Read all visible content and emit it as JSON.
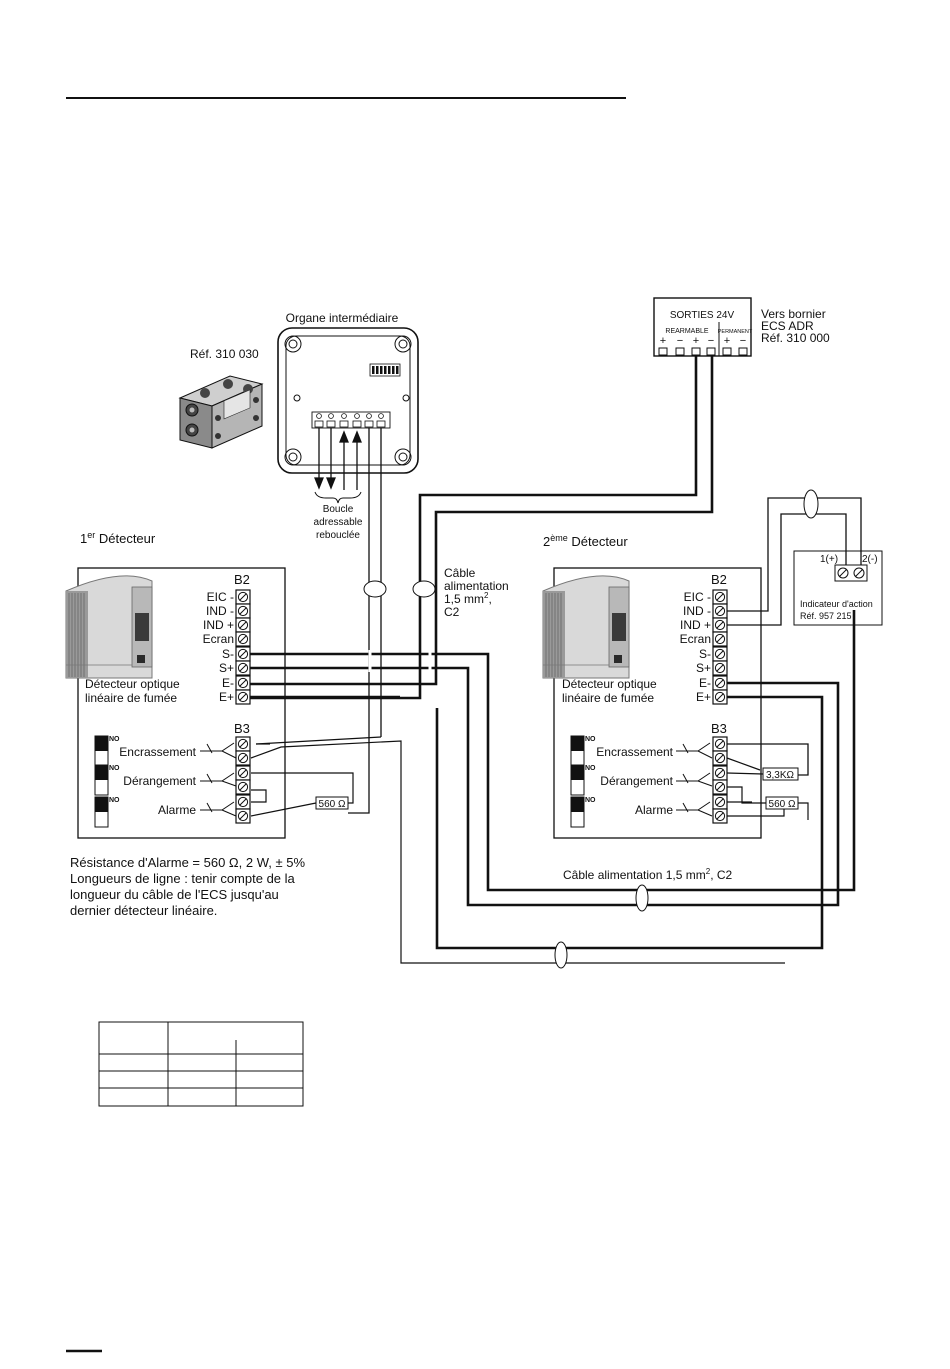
{
  "organe": {
    "title": "Organe intermédiaire",
    "ref": "Réf. 310 030",
    "boucle_lines": [
      "Boucle",
      "adressable",
      "rebouclée"
    ]
  },
  "sorties": {
    "title": "SORTIES 24V",
    "rearmable": "REARMABLE",
    "permanent": "PERMANENT",
    "signs": [
      "+",
      "−",
      "+",
      "−",
      "+",
      "−"
    ],
    "vers_lines": [
      "Vers bornier",
      "ECS ADR",
      "Réf. 310 000"
    ]
  },
  "detector1": {
    "title_main": "1",
    "title_sup": "er",
    "title_rest": " Détecteur",
    "caption_lines": [
      "Détecteur optique",
      "linéaire de fumée"
    ]
  },
  "detector2": {
    "title_main": "2",
    "title_sup": "ème",
    "title_rest": " Détecteur",
    "caption_lines": [
      "Détecteur optique",
      "linéaire de fumée"
    ]
  },
  "b2": {
    "label": "B2",
    "terminals": [
      "EIC -",
      "IND -",
      "IND +",
      "Ecran",
      "S-",
      "S+",
      "E-",
      "E+"
    ]
  },
  "b3": {
    "label": "B3",
    "relays": [
      "Encrassement",
      "Dérangement",
      "Alarme"
    ],
    "no_label": "NO"
  },
  "resistors": {
    "r560": "560 Ω",
    "r33k": "3,3KΩ"
  },
  "cable_alim_1": {
    "lines": [
      "Câble",
      "alimentation",
      "1,5 mm",
      "C2"
    ],
    "sup": "2",
    "comma": ","
  },
  "cable_alim_2": {
    "text": "Câble alimentation 1,5 mm",
    "sup": "2",
    "tail": ", C2"
  },
  "indicateur": {
    "t1": "1(+)",
    "t2": "2(-)",
    "label1": "Indicateur d'action",
    "label2": "Réf. 957 215"
  },
  "notes": {
    "line1": "Résistance d'Alarme = 560 Ω, 2 W, ± 5%",
    "line2": "Longueurs de ligne : tenir compte de la",
    "line3": "longueur du câble de l'ECS jusqu'au",
    "line4": "dernier détecteur linéaire."
  }
}
